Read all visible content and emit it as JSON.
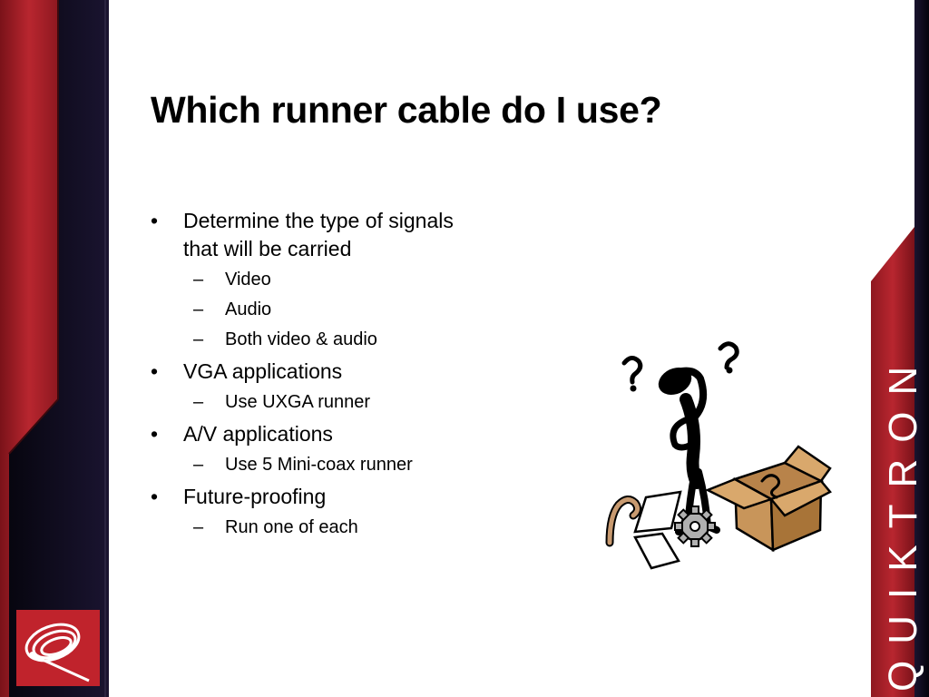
{
  "slide": {
    "title": "Which runner cable do I use?",
    "bullets": [
      {
        "text": "Determine the type of signals that will be carried",
        "subitems": [
          "Video",
          "Audio",
          "Both video & audio"
        ]
      },
      {
        "text": "VGA applications",
        "subitems": [
          "Use UXGA runner"
        ]
      },
      {
        "text": "A/V applications",
        "subitems": [
          "Use 5 Mini-coax runner"
        ]
      },
      {
        "text": "Future-proofing",
        "subitems": [
          "Run one of each"
        ]
      }
    ],
    "bullet_glyph": "•",
    "sub_glyph": "–",
    "brand_name": "QUIKTRON"
  },
  "colors": {
    "red": "#a8202a",
    "dark_navy": "#0d0a1c",
    "white": "#ffffff",
    "cardboard": "#c8955a"
  }
}
